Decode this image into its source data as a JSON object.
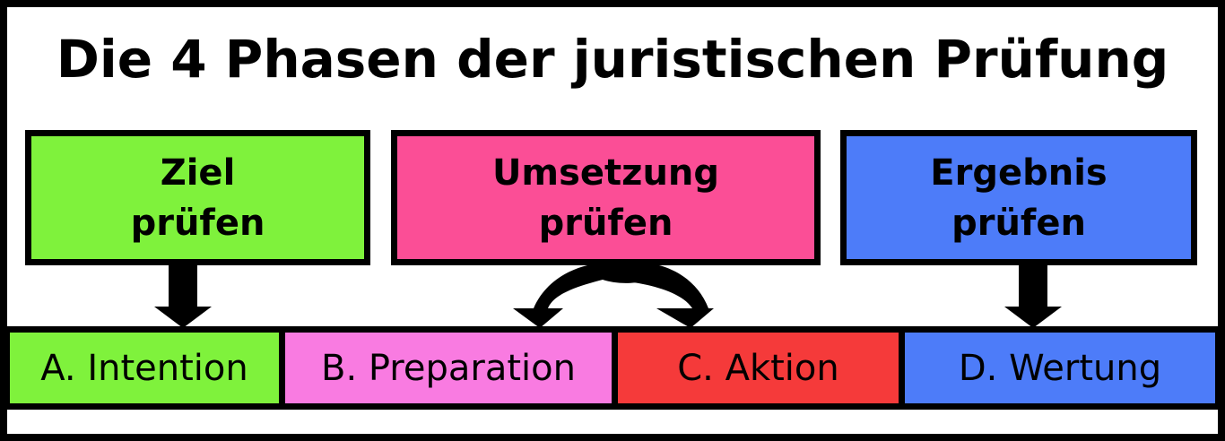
{
  "title": "Die 4 Phasen der juristischen Prüfung",
  "boxes": {
    "goal": {
      "line1": "Ziel",
      "line2": "prüfen"
    },
    "implementation": {
      "line1": "Umsetzung",
      "line2": "prüfen"
    },
    "result": {
      "line1": "Ergebnis",
      "line2": "prüfen"
    }
  },
  "phases": [
    {
      "label": "A. Intention",
      "color": "#7ff23c"
    },
    {
      "label": "B. Preparation",
      "color": "#f97be1"
    },
    {
      "label": "C. Aktion",
      "color": "#f53a3a"
    },
    {
      "label": "D. Wertung",
      "color": "#4d7cf9"
    }
  ],
  "box_colors": {
    "goal": "#7ff23c",
    "implementation": "#fb4e96",
    "result": "#4d7cf9"
  }
}
